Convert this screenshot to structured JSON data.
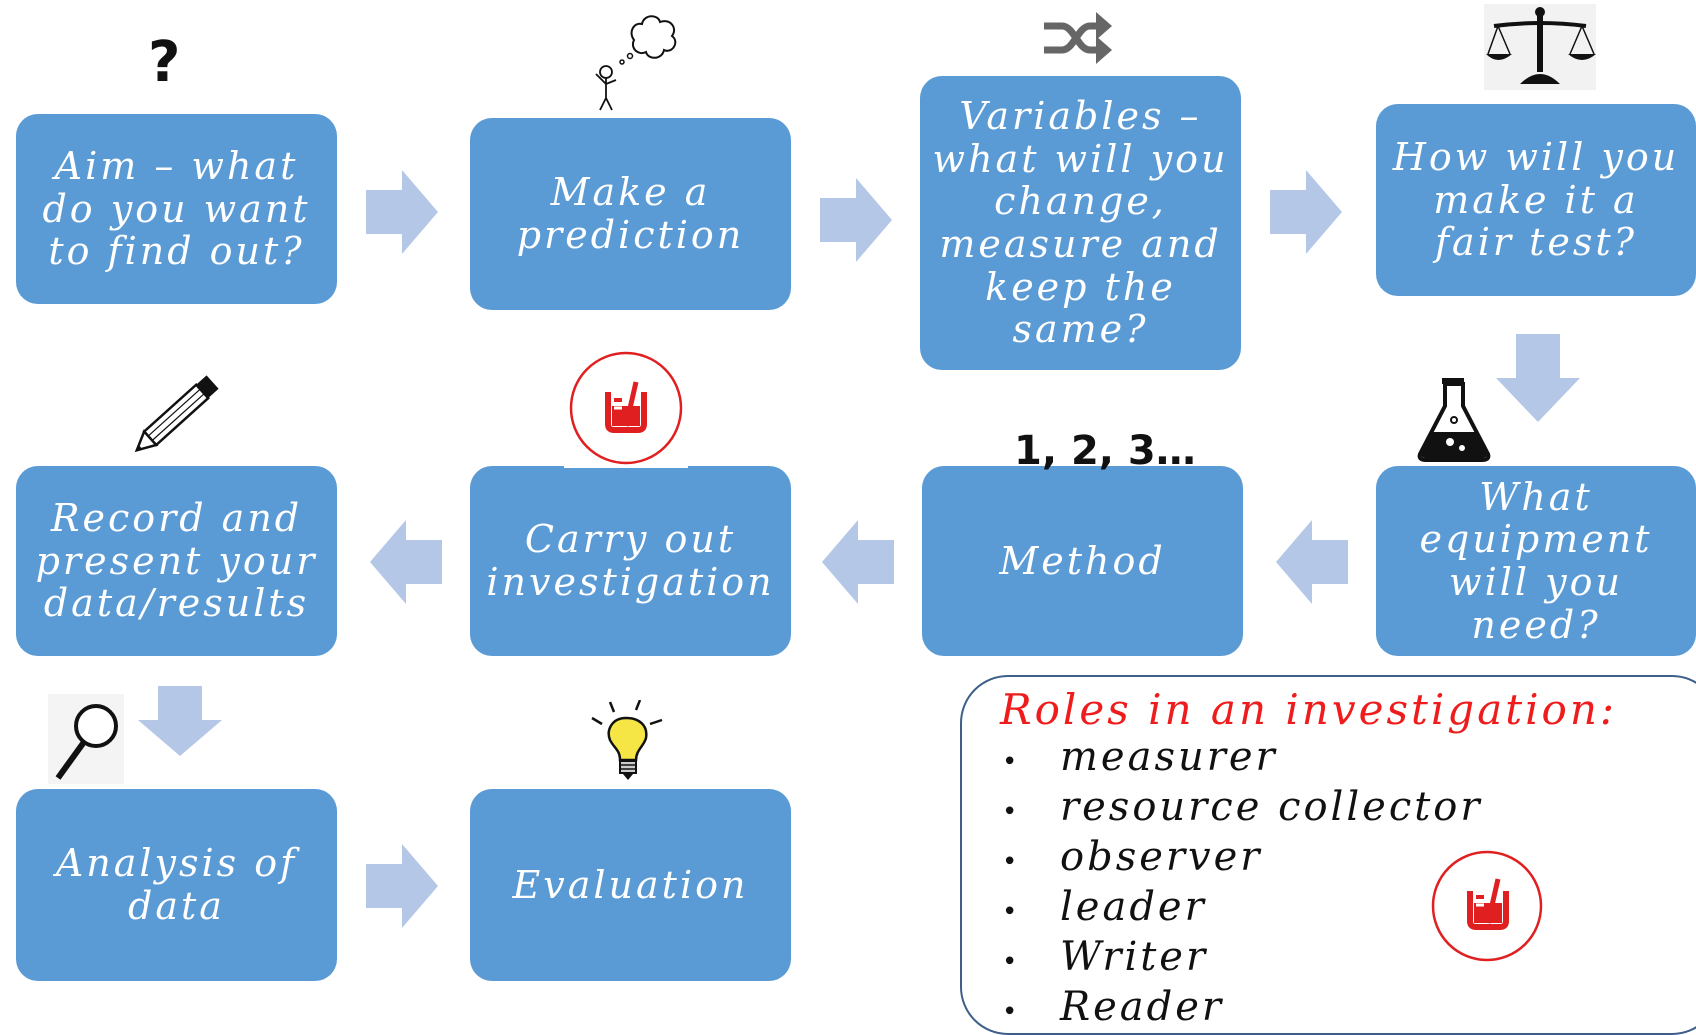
{
  "steps": {
    "aim": "Aim – what\ndo you want\nto find out?",
    "prediction": "Make a\nprediction",
    "variables": "Variables –\nwhat will you\nchange,\nmeasure and\nkeep the same?",
    "fair_test": "How will you\nmake it a\nfair test?",
    "equipment": "What\nequipment\nwill you need?",
    "method": "Method",
    "carry_out": "Carry out\ninvestigation",
    "record": "Record and\npresent your\ndata/results",
    "analysis": "Analysis of\ndata",
    "evaluation": "Evaluation"
  },
  "labels": {
    "question_mark": "?",
    "method_numbers": "1, 2, 3…"
  },
  "roles": {
    "title": "Roles in an investigation:",
    "bullet": "•",
    "items": [
      "measurer",
      "resource collector",
      "observer",
      "leader",
      "Writer",
      "Reader"
    ]
  },
  "colors": {
    "box_fill": "#5b9bd5",
    "arrow_fill": "#b4c7e7",
    "roles_title": "#ee1c1c",
    "logo_red": "#e02020"
  },
  "icons": [
    "question-mark",
    "thinking-person-icon",
    "shuffle-icon",
    "scales-icon",
    "pencil-icon",
    "beaker-logo-icon",
    "flask-icon",
    "magnifier-icon",
    "lightbulb-icon"
  ]
}
